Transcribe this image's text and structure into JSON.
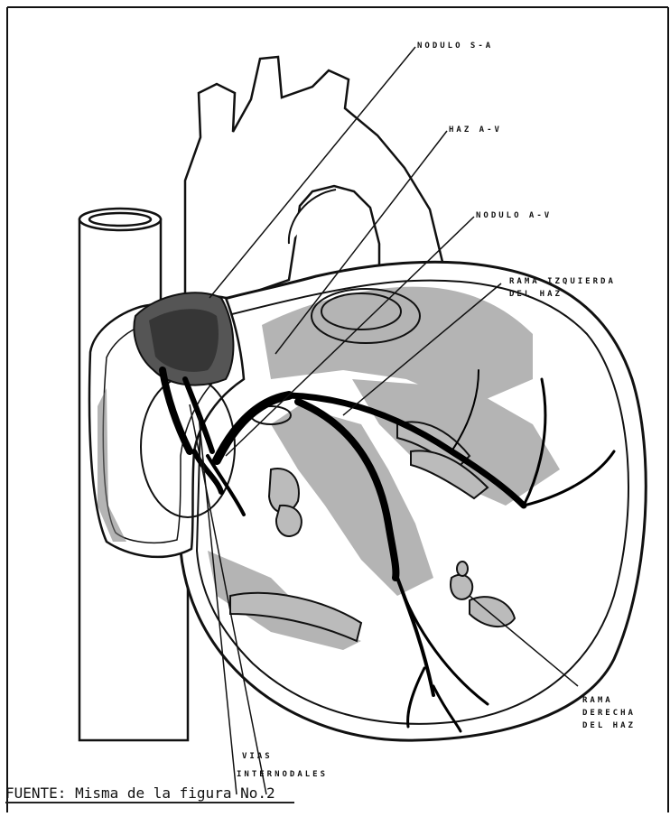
{
  "labels": {
    "nodulo_sa": "NODULO S-A",
    "haz_av": "HAZ A-V",
    "nodulo_av": "NODULO A-V",
    "rama_izquierda_1": "RAMA IZQUIERDA",
    "rama_izquierda_2": "DEL HAZ",
    "rama_derecha_1": "RAMA",
    "rama_derecha_2": "DERECHA",
    "rama_derecha_3": "DEL HAZ",
    "vias_1": "VIAS",
    "vias_2": "INTERNODALES"
  },
  "caption": "FUENTE: Misma de la figura No.2",
  "colors": {
    "ink": "#111111",
    "conduction": "#000000",
    "paper": "#ffffff"
  }
}
